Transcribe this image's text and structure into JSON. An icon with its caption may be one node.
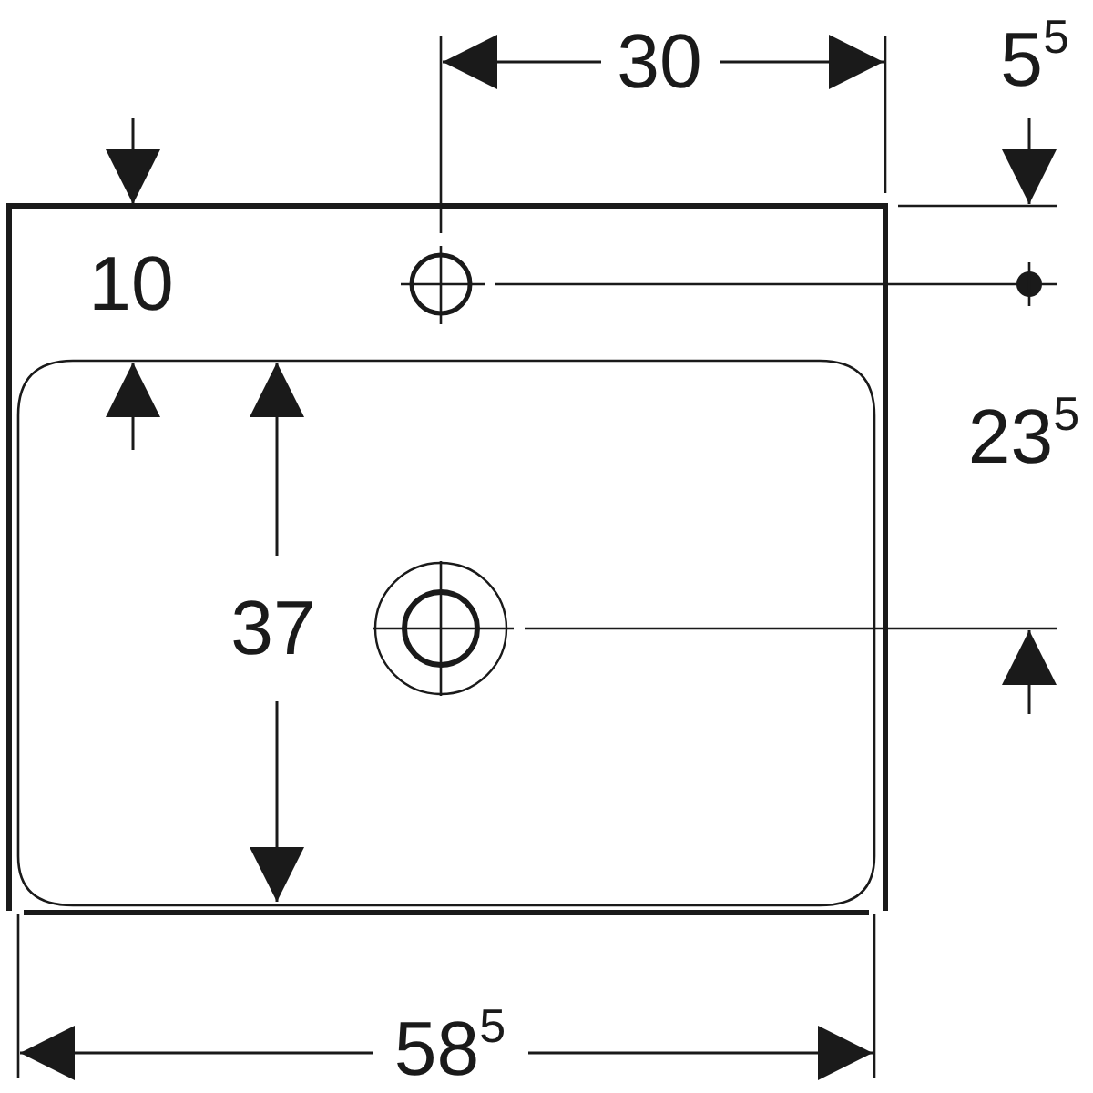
{
  "diagram": {
    "labels": [
      "30",
      "5$^{5}$",
      "10",
      "23$^{5}$",
      "37",
      "58$^{5}$"
    ]
  }
}
